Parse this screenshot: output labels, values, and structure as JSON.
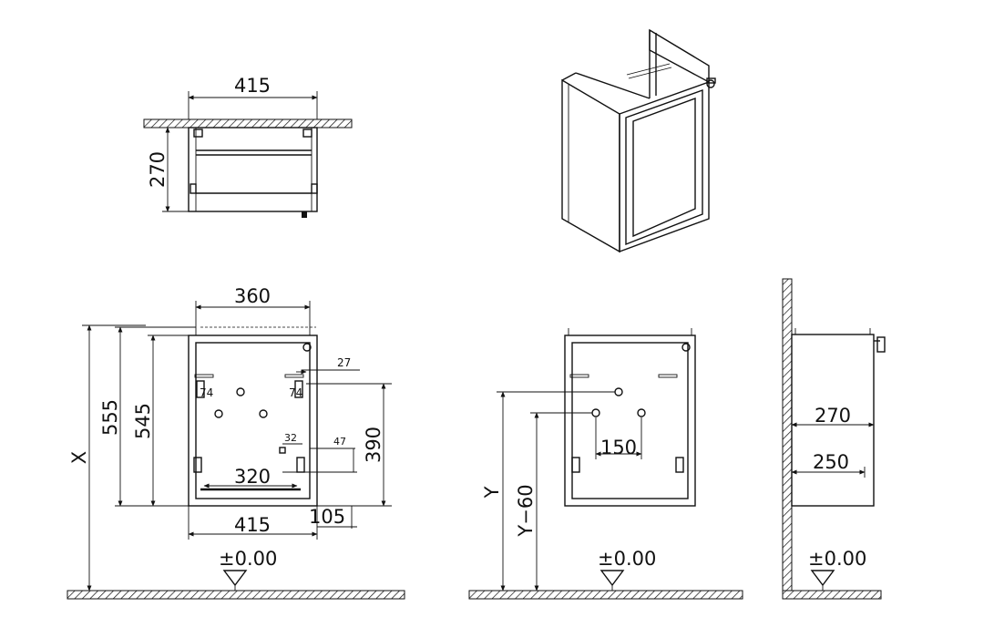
{
  "top_view": {
    "width": "415",
    "depth": "270"
  },
  "front_view": {
    "inner_width": "360",
    "total_height_a": "555",
    "total_height_b": "545",
    "height_var": "X",
    "offset_27": "27",
    "spacing_74_left": "74",
    "spacing_74_right": "74",
    "height_390": "390",
    "dim_32": "32",
    "dim_47": "47",
    "dim_320": "320",
    "dim_105": "105",
    "bottom_width": "415",
    "level": "±0.00"
  },
  "rear_view": {
    "height_var": "Y",
    "height_minus": "Y−60",
    "hole_spacing": "150",
    "level": "±0.00"
  },
  "side_view": {
    "depth_270": "270",
    "depth_250": "250",
    "level": "±0.00"
  }
}
